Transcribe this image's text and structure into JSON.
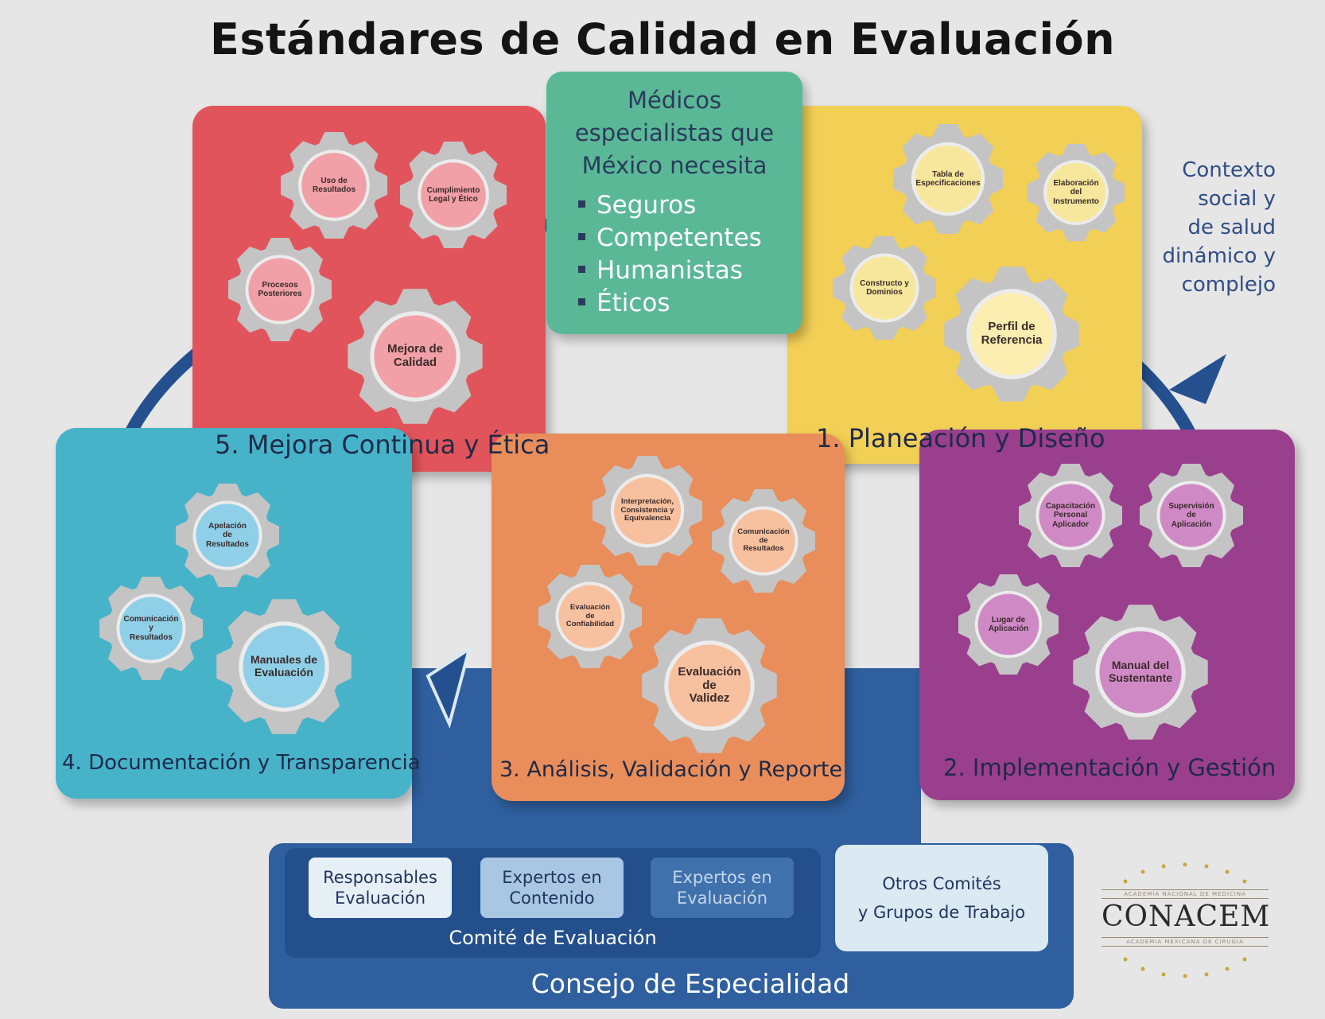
{
  "title": "Estándares de Calidad en Evaluación",
  "center_box": {
    "title": "Médicos\nespecialistas que\nMéxico necesita",
    "items": [
      "Seguros",
      "Competentes",
      "Humanistas",
      "Éticos"
    ]
  },
  "context": "Contexto\nsocial y\nde salud\ndinámico y\ncomplejo",
  "panels": [
    {
      "key": "p1",
      "label": "1. Planeación y Diseño",
      "color": "#f2cf55",
      "gears": [
        "Tabla de\nEspecificaciones",
        "Elaboración\ndel\nInstrumento",
        "Constructo y\nDominios",
        "Perfil de\nReferencia"
      ]
    },
    {
      "key": "p2",
      "label": "2. Implementación y Gestión",
      "color": "#9a3f8e",
      "gears": [
        "Capacitación\nPersonal\nAplicador",
        "Supervisión\nde\nAplicación",
        "Lugar de\nAplicación",
        "Manual del\nSustentante"
      ]
    },
    {
      "key": "p3",
      "label": "3. Análisis, Validación y Reporte",
      "color": "#e98e5b",
      "gears": [
        "Interpretación,\nConsistencia y\nEquivalencia",
        "Comunicación\nde\nResultados",
        "Evaluación\nde\nConfiabilidad",
        "Evaluación\nde\nValidez"
      ]
    },
    {
      "key": "p4",
      "label": "4. Documentación y Transparencia",
      "color": "#47b3c9",
      "gears": [
        "Apelación\nde\nResultados",
        "Comunicación\ny\nResultados",
        "Manuales de\nEvaluación"
      ]
    },
    {
      "key": "p5",
      "label": "5. Mejora Continua y Ética",
      "color": "#e2545b",
      "gears": [
        "Uso de\nResultados",
        "Cumplimiento\nLegal y Ético",
        "Procesos\nPosteriores",
        "Mejora de\nCalidad"
      ]
    }
  ],
  "committee": {
    "buttons": [
      "Responsables\nEvaluación",
      "Expertos en\nContenido",
      "Expertos en\nEvaluación"
    ],
    "label": "Comité de Evaluación",
    "others": "Otros Comités\ny Grupos de Trabajo",
    "council": "Consejo de Especialidad"
  },
  "logo": {
    "top": "ACADEMIA NACIONAL DE MEDICINA",
    "name": "CONACEM",
    "bottom": "ACADEMIA MEXICANA DE CIRUGÍA"
  },
  "colors": {
    "cycle_arrow": "#24508f",
    "gear_gray": "#c4c4c4"
  }
}
